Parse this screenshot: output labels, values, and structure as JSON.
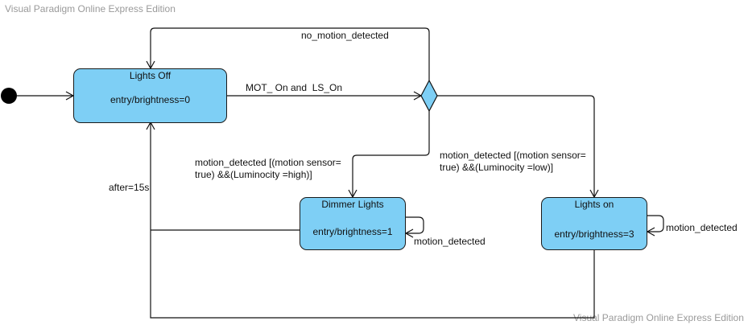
{
  "watermark": {
    "top": "Visual Paradigm Online Express Edition",
    "bottom": "Visual Paradigm Online Express Edition"
  },
  "states": {
    "lights_off": {
      "title": "Lights Off",
      "entry": "entry/brightness=0"
    },
    "dimmer": {
      "title": "Dimmer Lights",
      "entry": "entry/brightness=1"
    },
    "lights_on": {
      "title": "Lights on",
      "entry": "entry/brightness=3"
    }
  },
  "transitions": {
    "no_motion": "no_motion_detected",
    "mot_ls": "MOT_ On and  LS_On",
    "high_line1": "motion_detected [(motion sensor=",
    "high_line2": "true) &&(Luminocity =high)]",
    "low_line1": "motion_detected [(motion sensor=",
    "low_line2": "true) &&(Luminocity =low)]",
    "after": "after=15s",
    "dimmer_self": "motion_detected",
    "on_self": "motion_detected"
  }
}
